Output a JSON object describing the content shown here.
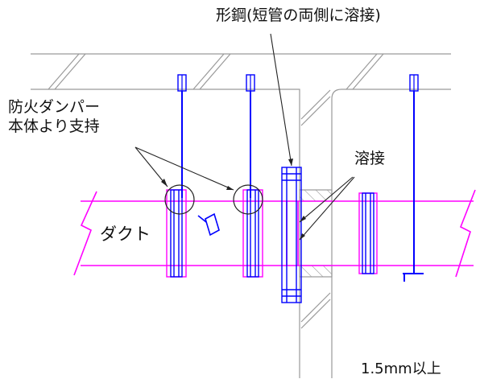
{
  "labels": {
    "shape_steel": "形鋼(短管の両側に溶接)",
    "damper_line1": "防火ダンパー",
    "damper_line2": "本体より支持",
    "weld": "溶接",
    "duct": "ダクト",
    "thickness": "1.5mm以上"
  },
  "colors": {
    "duct": "#ff00ff",
    "hanger": "#0000ff",
    "structure": "#9a9a9a",
    "leader": "#222222"
  }
}
